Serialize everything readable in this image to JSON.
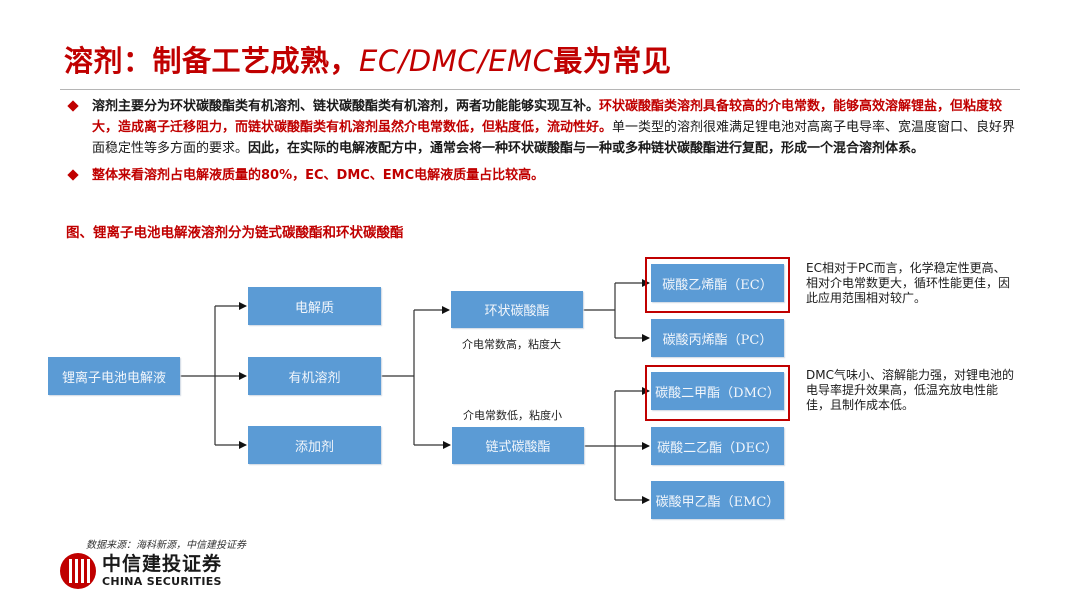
{
  "title": {
    "cn_prefix": "溶剂：制备工艺成熟，",
    "en": "EC/DMC/EMC",
    "cn_suffix": "最为常见"
  },
  "bullets": [
    {
      "segments": [
        {
          "style": "b",
          "text": "溶剂主要分为环状碳酸酯类有机溶剂、链状碳酸酯类有机溶剂，两者功能能够实现互补。"
        },
        {
          "style": "r",
          "text": "环状碳酸酯类溶剂具备较高的介电常数，能够高效溶解锂盐，但粘度较大，造成离子迁移阻力，而链状碳酸酯类有机溶剂虽然介电常数低，但粘度低，流动性好。"
        },
        {
          "style": "n",
          "text": "单一类型的溶剂很难满足锂电池对高离子电导率、宽温度窗口、良好界面稳定性等多方面的要求。"
        },
        {
          "style": "b",
          "text": "因此，在实际的电解液配方中，通常会将一种环状碳酸酯与一种或多种链状碳酸酯进行复配，形成一个混合溶剂体系。"
        }
      ]
    },
    {
      "segments": [
        {
          "style": "r",
          "text": "整体来看溶剂占电解液质量的80%，EC、DMC、EMC电解液质量占比较高。"
        }
      ]
    }
  ],
  "figure": {
    "caption": "图、锂离子电池电解液溶剂分为链式碳酸酯和环状碳酸酯",
    "nodes": {
      "root": "锂离子电池电解液",
      "electrolyte": "电解质",
      "solvent": "有机溶剂",
      "additive": "添加剂",
      "cyclic": "环状碳酸酯",
      "chain": "链式碳酸酯",
      "ec": "碳酸乙烯酯（EC）",
      "pc": "碳酸丙烯酯（PC）",
      "dmc": "碳酸二甲酯（DMC）",
      "dec": "碳酸二乙酯（DEC）",
      "emc": "碳酸甲乙酯（EMC）"
    },
    "labels": {
      "cyclic_note": "介电常数高，粘度大",
      "chain_note": "介电常数低，粘度小"
    },
    "notes": {
      "ec": "EC相对于PC而言，化学稳定性更高、相对介电常数更大，循环性能更佳，因此应用范围相对较广。",
      "dmc": "DMC气味小、溶解能力强，对锂电池的电导率提升效果高，低温充放电性能佳，且制作成本低。"
    },
    "highlighted": [
      "ec",
      "dmc"
    ]
  },
  "footer": {
    "source": "数据来源：海科新源，中信建投证券",
    "logo_cn": "中信建投证券",
    "logo_en": "CHINA SECURITIES"
  },
  "colors": {
    "accent": "#c00000",
    "box": "#5b9bd5",
    "rule": "#b5b5b5"
  }
}
